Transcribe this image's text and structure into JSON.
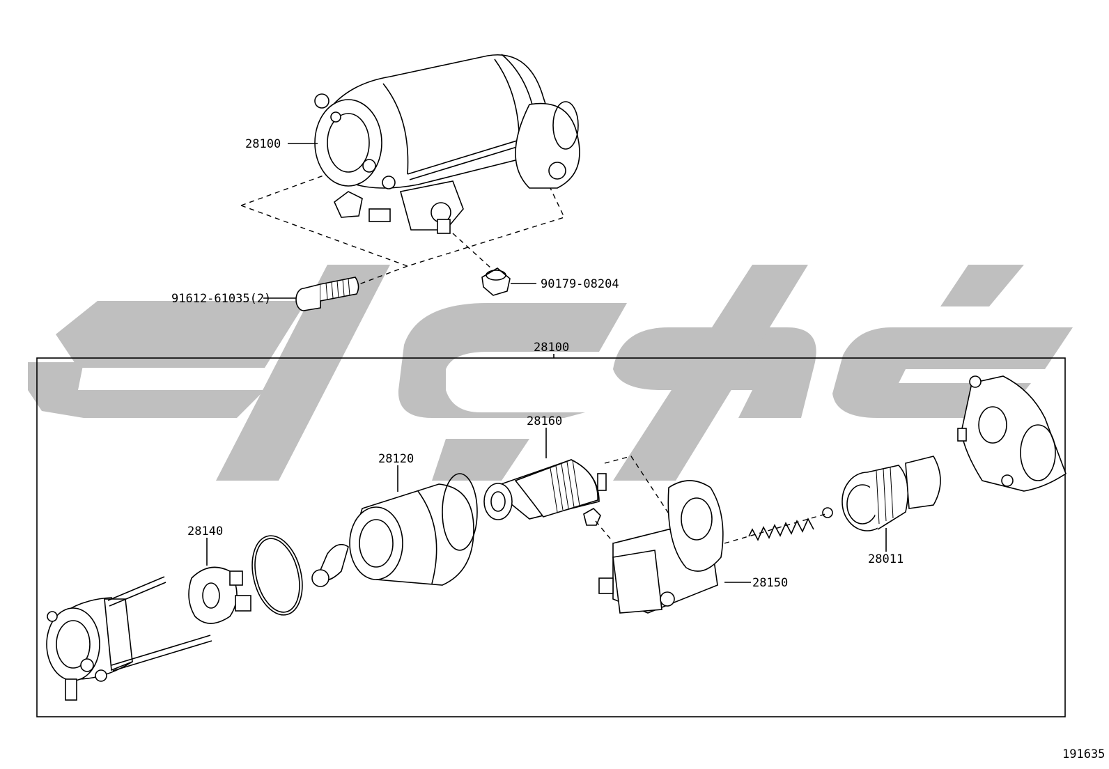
{
  "diagram": {
    "labels": {
      "starter_assy_top": "28100",
      "bolt": "91612-61035(2)",
      "nut": "90179-08204",
      "starter_assy_box": "28100",
      "armature": "28160",
      "yoke": "28120",
      "brush_holder": "28140",
      "magnetic_switch": "28150",
      "clutch": "28011"
    },
    "figure_number": "191635"
  },
  "colors": {
    "line": "#000000",
    "watermark": "#bfbfbf",
    "background": "#ffffff"
  }
}
